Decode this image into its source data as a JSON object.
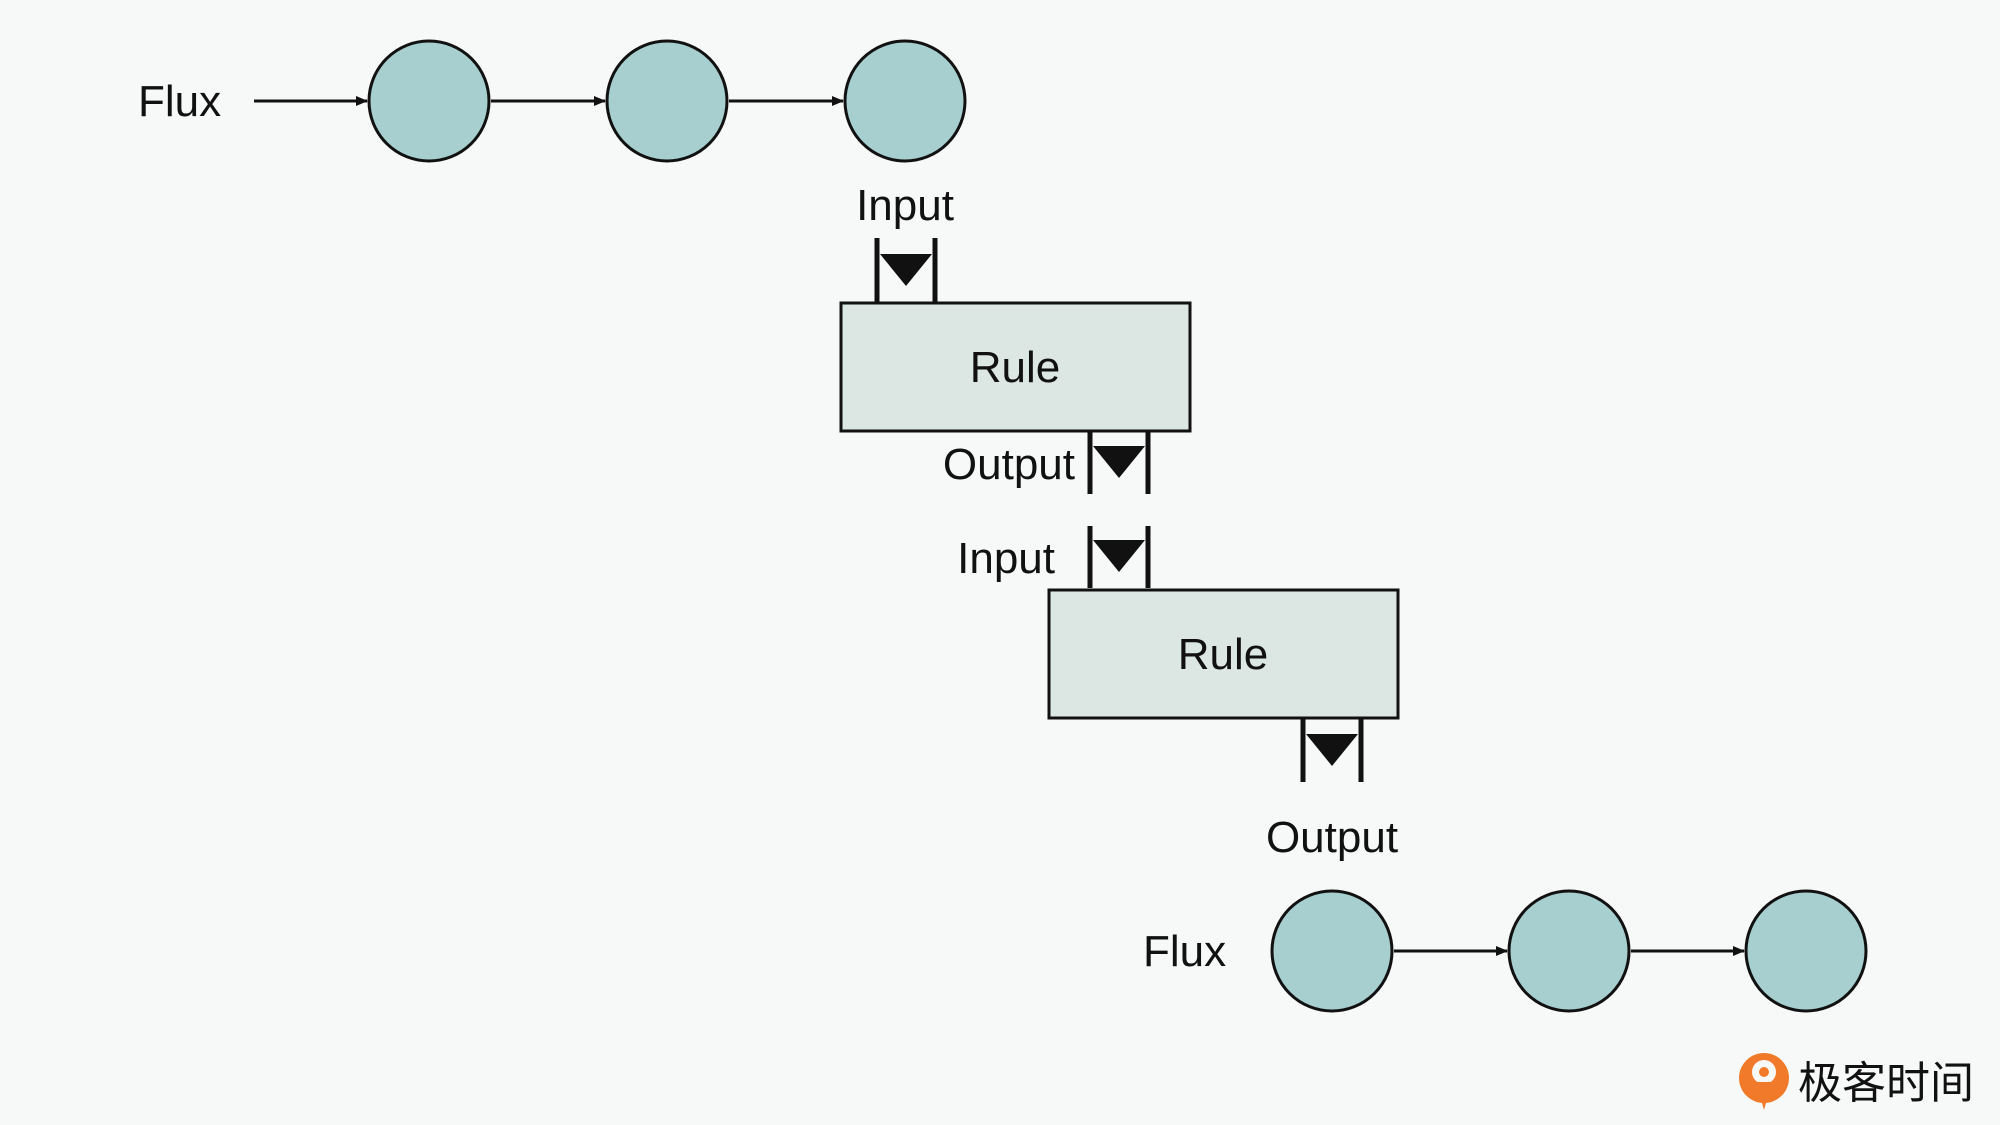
{
  "colors": {
    "background": "#f7f9f8",
    "node_fill": "#a8cfd0",
    "rule_fill": "#dce6e3",
    "stroke": "#111111",
    "logo_orange": "#f07a2a"
  },
  "top_flux": {
    "label": "Flux",
    "node_count": 3
  },
  "stages": [
    {
      "input_label": "Input",
      "rule_label": "Rule",
      "output_label": "Output"
    },
    {
      "input_label": "Input",
      "rule_label": "Rule",
      "output_label": "Output"
    }
  ],
  "bottom_flux": {
    "label": "Flux",
    "node_count": 3
  },
  "watermark": {
    "text": "极客时间",
    "icon": "geektime-logo-icon"
  }
}
